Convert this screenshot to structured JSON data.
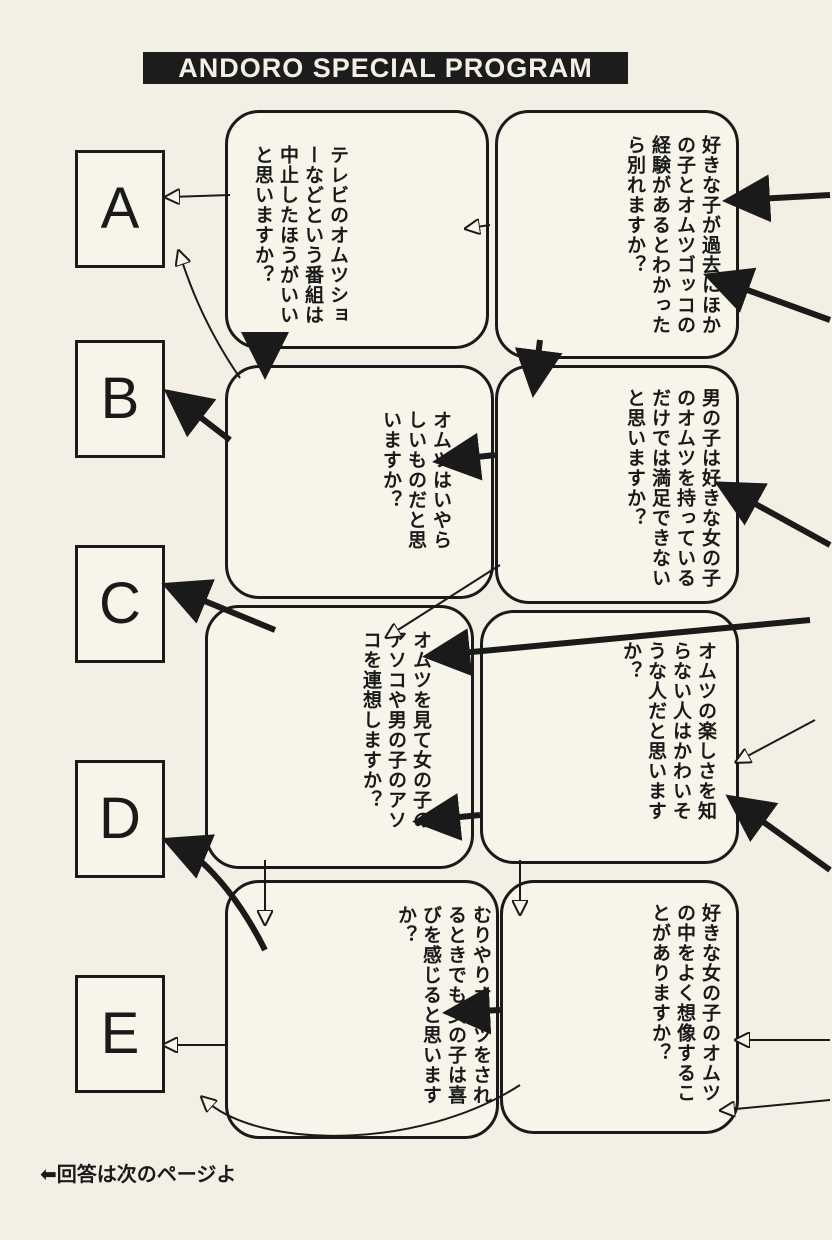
{
  "title": "ANDORO SPECIAL PROGRAM",
  "answers": [
    "A",
    "B",
    "C",
    "D",
    "E"
  ],
  "questions": {
    "q1": "好きな子が過去にほかの子とオムツゴッコの経験があるとわかったら別れますか？",
    "q2": "テレビのオムツショーなどという番組は中止したほうがいいと思いますか？",
    "q3": "男の子は好きな女の子のオムツを持っているだけでは満足できないと思いますか？",
    "q4": "オムツはいやらしいものだと思いますか？",
    "q5": "オムツの楽しさを知らない人はかわいそうな人だと思いますか？",
    "q6": "オムツを見て女の子のアソコや男の子のアソコを連想しますか？",
    "q7": "好きな女の子のオムツの中をよく想像することがありますか？",
    "q8": "むりやりオムツをされるときでも女の子は喜びを感じると思いますか？"
  },
  "footer": "回答は次のページよ"
}
